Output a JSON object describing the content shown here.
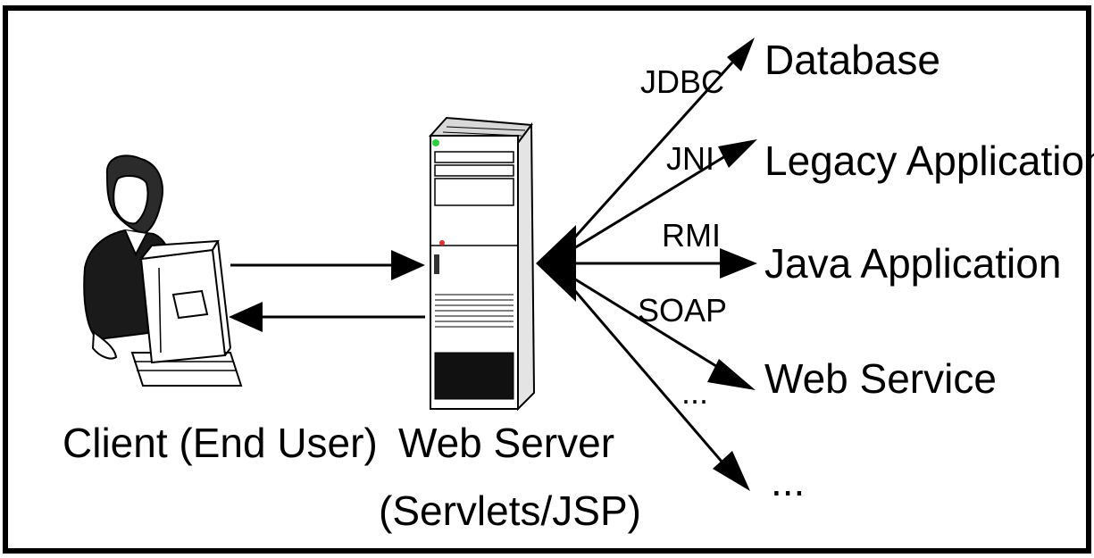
{
  "nodes": {
    "client": {
      "label": "Client (End User)"
    },
    "server": {
      "label_line1": "Web Server",
      "label_line2": "(Servlets/JSP)"
    },
    "targets": [
      {
        "label": "Database"
      },
      {
        "label": "Legacy Application"
      },
      {
        "label": "Java Application"
      },
      {
        "label": "Web Service"
      },
      {
        "label": "..."
      }
    ]
  },
  "protocols": [
    {
      "label": "JDBC"
    },
    {
      "label": "JNI"
    },
    {
      "label": "RMI"
    },
    {
      "label": "SOAP"
    },
    {
      "label": "..."
    }
  ],
  "colors": {
    "stroke": "#000000",
    "background": "#ffffff",
    "server_led_green": "#2ecc40",
    "server_led_red": "#e03030"
  }
}
